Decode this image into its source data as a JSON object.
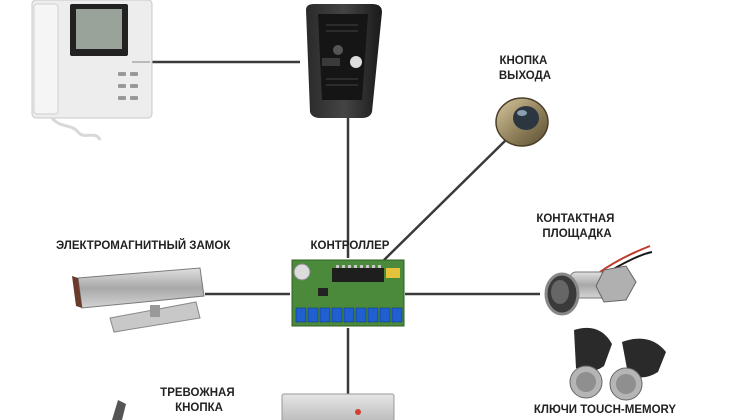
{
  "diagram": {
    "title": "",
    "nodes": {
      "controller": {
        "label": "КОНТРОЛЛЕР"
      },
      "exit_button": {
        "label_line1": "КНОПКА",
        "label_line2": "ВЫХОДА"
      },
      "contact_pad": {
        "label_line1": "КОНТАКТНАЯ",
        "label_line2": "ПЛОЩАДКА"
      },
      "em_lock": {
        "label": "ЭЛЕКТРОМАГНИТНЫЙ ЗАМОК"
      },
      "alarm_button": {
        "label_line1": "ТРЕВОЖНАЯ",
        "label_line2": "КНОПКА"
      },
      "touch_memory_keys": {
        "label": "КЛЮЧИ TOUCH-MEMORY"
      },
      "video_monitor": {},
      "call_panel": {},
      "power_supply": {}
    }
  },
  "colors": {
    "line": "#3a3a3a",
    "device_black": "#1c1c1c",
    "pcb_green": "#4a8a3a",
    "metal": "#b8b8b8",
    "background": "#ffffff"
  }
}
